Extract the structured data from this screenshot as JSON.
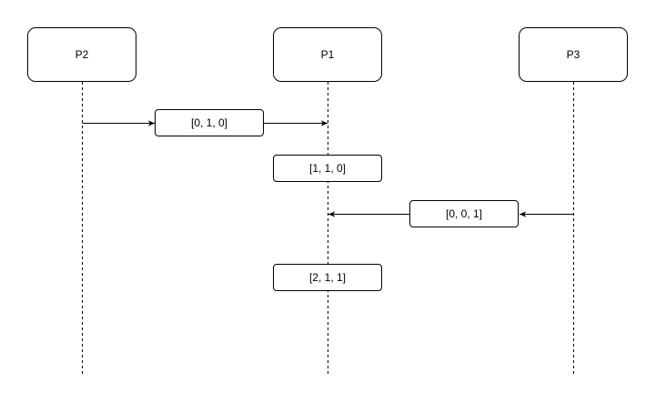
{
  "participants": [
    {
      "id": "p2",
      "label": "P2"
    },
    {
      "id": "p1",
      "label": "P1"
    },
    {
      "id": "p3",
      "label": "P3"
    }
  ],
  "messages": [
    {
      "id": "m1",
      "label": "[0, 1, 0]",
      "from": "P2",
      "to": "P1"
    },
    {
      "id": "m2",
      "label": "[1, 1, 0]"
    },
    {
      "id": "m3",
      "label": "[0, 0, 1]",
      "from": "P3",
      "to": "P1"
    },
    {
      "id": "m4",
      "label": "[2, 1, 1]"
    }
  ],
  "colors": {
    "stroke": "#000000",
    "fill": "#ffffff"
  }
}
